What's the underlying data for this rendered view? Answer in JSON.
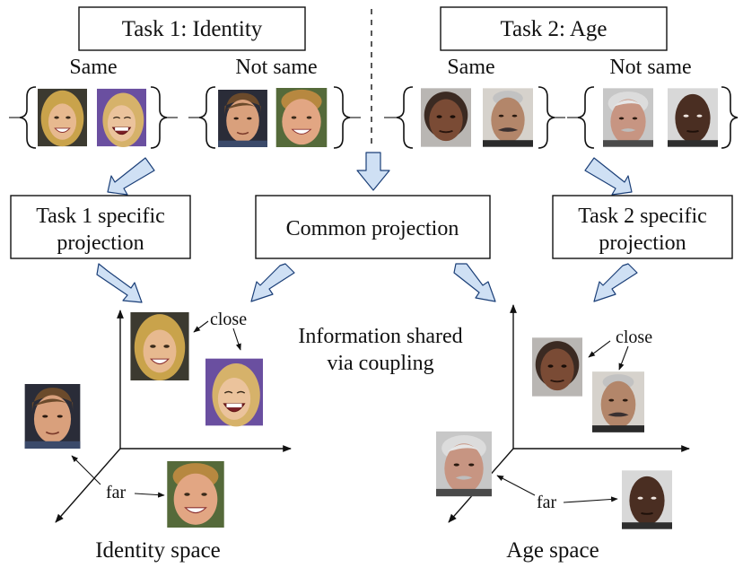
{
  "tasks": {
    "task1_title": "Task 1: Identity",
    "task2_title": "Task 2: Age",
    "task1_same": "Same",
    "task1_not_same": "Not same",
    "task2_same": "Same",
    "task2_not_same": "Not same"
  },
  "projections": {
    "task1_line1": "Task 1 specific",
    "task1_line2": "projection",
    "common": "Common projection",
    "task2_line1": "Task 2 specific",
    "task2_line2": "projection"
  },
  "center": {
    "line1": "Information shared",
    "line2": "via coupling"
  },
  "spaces": {
    "identity": {
      "title": "Identity space",
      "close": "close",
      "far": "far"
    },
    "age": {
      "title": "Age space",
      "close": "close",
      "far": "far"
    }
  },
  "colors": {
    "arrow_fill": "#cfe0f4",
    "arrow_stroke": "#1b3f78",
    "skin_light": "#e7b98f",
    "skin_mid": "#c69070",
    "skin_dark": "#6b4330",
    "hair_blonde": "#c9a34b",
    "hair_brown": "#6b4a2b",
    "hair_gray": "#c9c9c9"
  },
  "faces": {
    "mariah": "blonde-smiling-woman-photo",
    "mariah_laugh": "blonde-laughing-woman-photo",
    "man_brown": "brown-haired-man-photo",
    "man_ginger": "ginger-smiling-man-photo",
    "old_woman": "elderly-woman-photo",
    "old_man_mustache": "elderly-mustached-man-photo",
    "old_man_gray": "gray-haired-man-photo",
    "bald_man": "bald-dark-skinned-man-photo"
  }
}
